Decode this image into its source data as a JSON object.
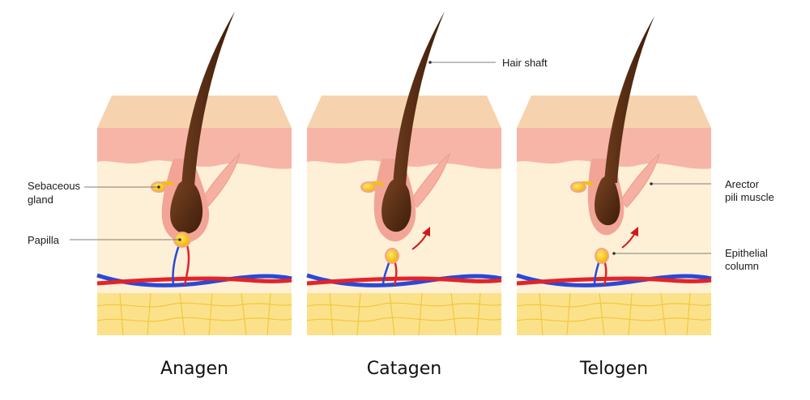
{
  "stages": [
    {
      "name": "Anagen"
    },
    {
      "name": "Catagen"
    },
    {
      "name": "Telogen"
    }
  ],
  "labels": {
    "sebaceous_gland": [
      "Sebaceous",
      "gland"
    ],
    "papilla": "Papilla",
    "hair_shaft": "Hair shaft",
    "arrector_pili": [
      "Arector",
      "pili muscle"
    ],
    "epithelial_column": [
      "Epithelial",
      "column"
    ]
  },
  "colors": {
    "top_skin": "#f6d3ae",
    "epidermis": "#f7b5a8",
    "dermis": "#fdf0d6",
    "fat_layer": "#fbe28a",
    "fat_lines": "#f0c840",
    "hair": "#5b3118",
    "follicle": "#f2a597",
    "gland": "#f5c000",
    "artery": "#e2232a",
    "vein": "#2b48d8"
  }
}
